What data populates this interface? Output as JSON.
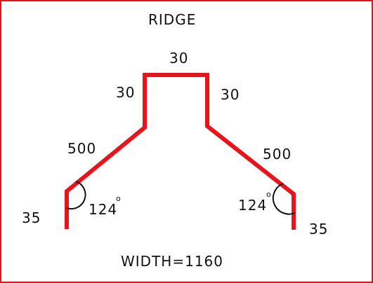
{
  "diagram": {
    "title": "RIDGE",
    "footer": "WIDTH=1160",
    "colors": {
      "border": "#e0161b",
      "profile": "#e8141c",
      "arc": "#111111",
      "text": "#111111"
    },
    "dimensions": {
      "top": "30",
      "left_rise": "30",
      "right_rise": "30",
      "left_slope": "500",
      "right_slope": "500",
      "left_drop": "35",
      "right_drop": "35"
    },
    "angles": {
      "left": "124",
      "right": "124",
      "degree_symbol": "o"
    }
  }
}
